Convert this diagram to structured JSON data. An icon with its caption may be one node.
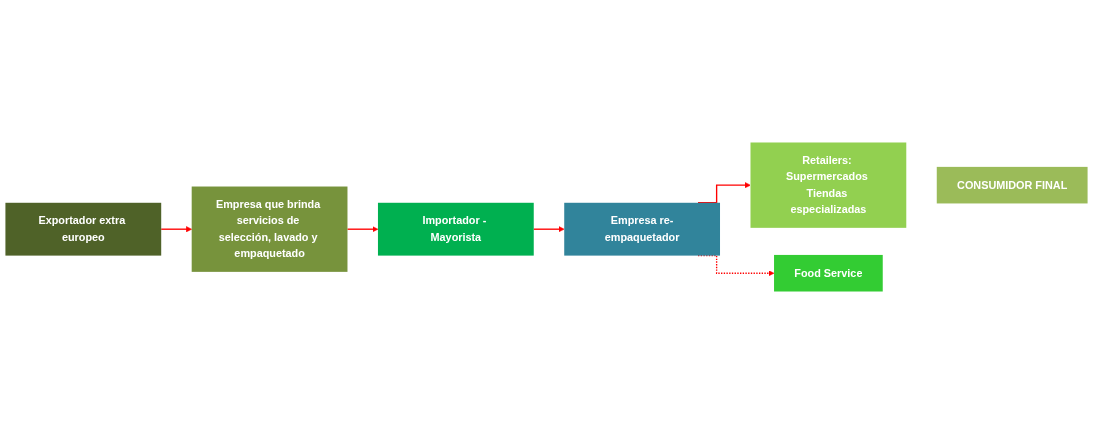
{
  "diagram": {
    "nodes": [
      {
        "text": [
          "Exportador extra europeo"
        ]
      },
      {
        "text": [
          "Empresa que brinda servicios de selección, lavado y empaquetado"
        ]
      },
      {
        "text": [
          "Importador - Mayorista"
        ]
      },
      {
        "text": [
          "Empresa re-empaquetador"
        ]
      },
      {
        "text": [
          "Retailers: Supermercados Tiendas especializadas"
        ]
      },
      {
        "text": [
          "Food Service"
        ]
      },
      {
        "text": [
          "CONSUMIDOR FINAL"
        ]
      }
    ],
    "edges": [
      {
        "from": 0,
        "to": 1,
        "arrow": "to"
      },
      {
        "from": 1,
        "to": 2,
        "arrow": "to"
      },
      {
        "from": 2,
        "to": 3,
        "arrow": "to"
      },
      {
        "from": 3,
        "to": 4,
        "arrow": "to"
      },
      {
        "from": 3,
        "to": 5,
        "arrow": "to",
        "style": "dashed"
      }
    ]
  }
}
